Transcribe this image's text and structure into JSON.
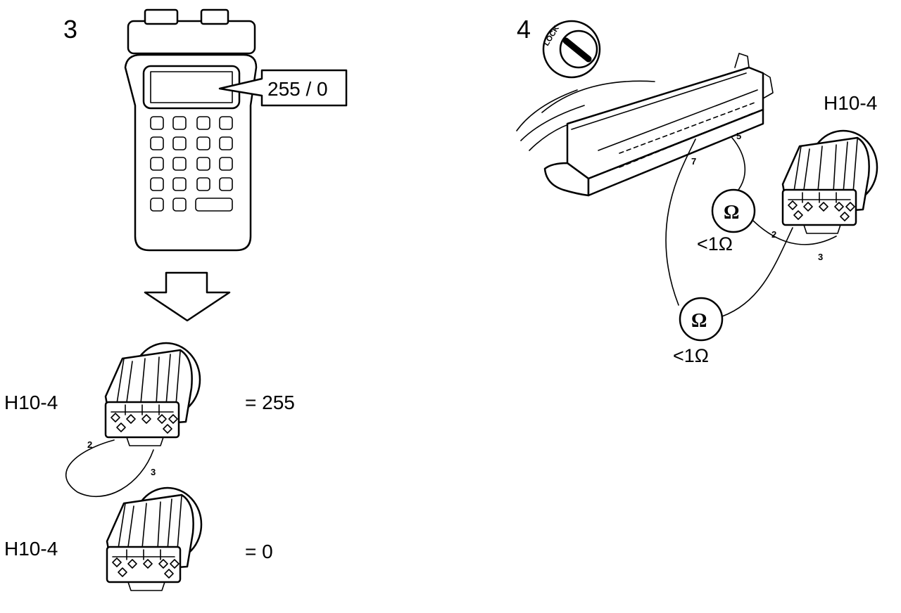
{
  "step3": {
    "number": "3",
    "tester_display": "255 / 0",
    "bridged": {
      "connector": "H10-4",
      "result": "= 255",
      "pin_a": "2",
      "pin_b": "3"
    },
    "open": {
      "connector": "H10-4",
      "result": "= 0"
    }
  },
  "step4": {
    "number": "4",
    "ignition_text": "LOCK",
    "connector": "H10-4",
    "header_pin_a": "7",
    "header_pin_b": "5",
    "meter_symbol": "Ω",
    "reading_1": "<1Ω",
    "reading_2": "<1Ω",
    "h10_pin_a": "2",
    "h10_pin_b": "3"
  }
}
